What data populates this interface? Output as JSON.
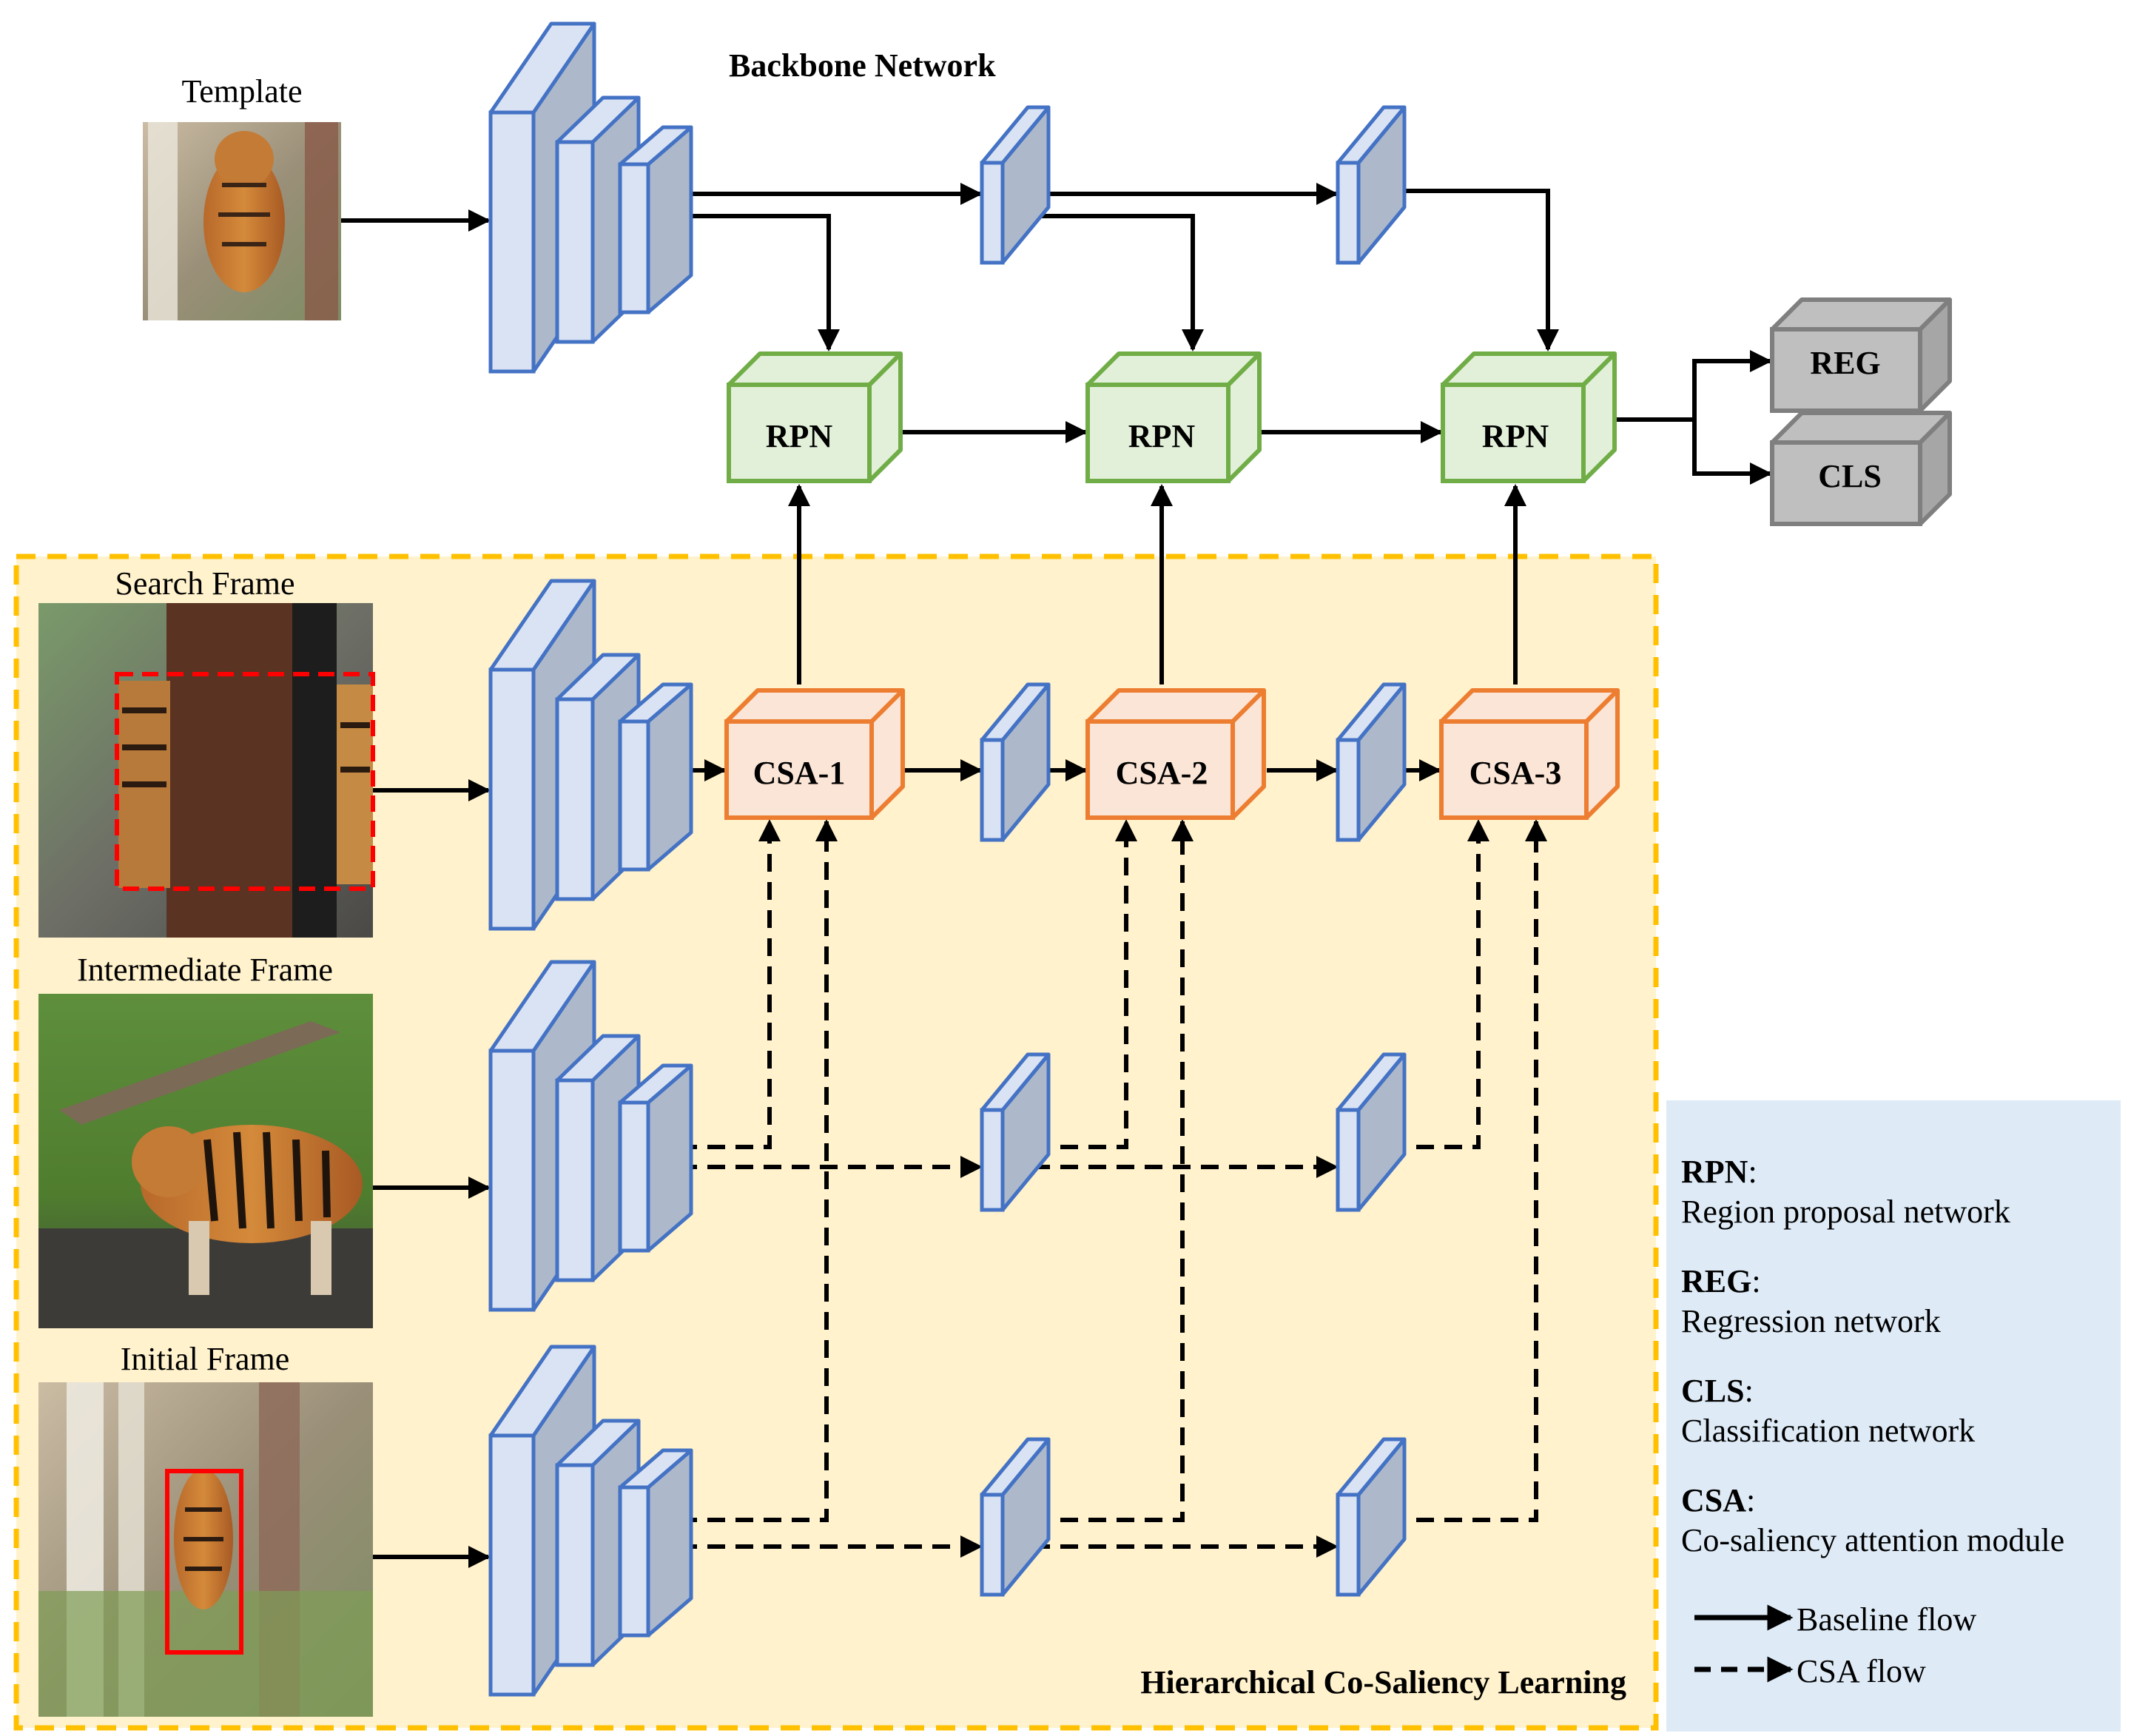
{
  "title": "Backbone Network",
  "frames": {
    "template": "Template",
    "search": "Search Frame",
    "intermediate": "Intermediate Frame",
    "initial": "Initial Frame"
  },
  "region_label": "Hierarchical Co-Saliency Learning",
  "rpn_label": "RPN",
  "csa_labels": [
    "CSA-1",
    "CSA-2",
    "CSA-3"
  ],
  "heads": {
    "reg": "REG",
    "cls": "CLS"
  },
  "legend": {
    "abbrevs": [
      {
        "abbr": "RPN",
        "sep": ":",
        "desc": "Region proposal network"
      },
      {
        "abbr": "REG",
        "sep": ":",
        "desc": "Regression network"
      },
      {
        "abbr": "CLS",
        "sep": ":",
        "desc": "Classification network"
      },
      {
        "abbr": "CSA",
        "sep": ":",
        "desc": "Co-saliency attention module"
      }
    ],
    "baseline": "Baseline flow",
    "csa_flow": "CSA flow"
  },
  "colors": {
    "blue_stroke": "#4472c4",
    "blue_light": "#dae3f3",
    "blue_dark": "#adb9ca",
    "green_stroke": "#70ad47",
    "green_fill": "#e2f0d9",
    "orange_stroke": "#ed7d31",
    "orange_fill": "#fbe5d6",
    "gray_fill": "#a6a6a6",
    "gray_stroke": "#7f7f7f",
    "region_fill": "#fff2cc",
    "region_border": "#ffc000",
    "legend_fill": "#deebf7"
  }
}
